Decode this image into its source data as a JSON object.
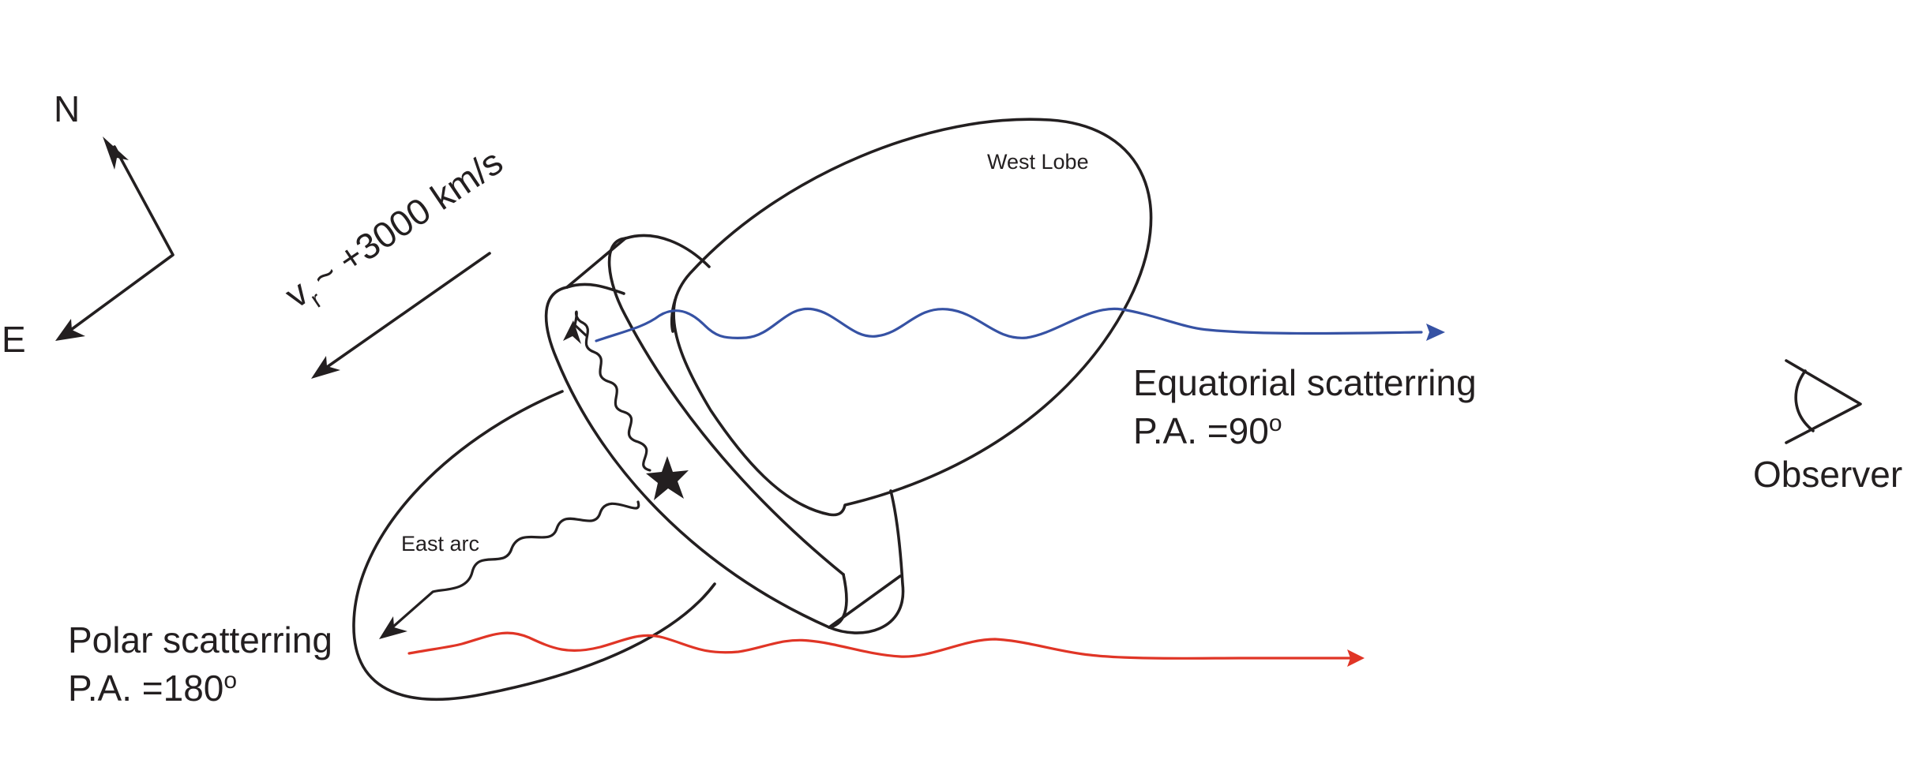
{
  "compass": {
    "north": "N",
    "east": "E"
  },
  "velocity": {
    "label_v": "v",
    "label_sub": "r",
    "label_rest": "~ +3000 km/s"
  },
  "lobes": {
    "west": "West Lobe",
    "east": "East arc"
  },
  "equatorial": {
    "title": "Equatorial scatterring",
    "pa": "P.A. =90",
    "deg": "o",
    "color": "#3652a4"
  },
  "polar": {
    "title": "Polar scatterring",
    "pa": "P.A. =180",
    "deg": "o",
    "color": "#e03526"
  },
  "observer": {
    "label": "Observer"
  },
  "icons": {
    "star": "star-icon",
    "eye": "eye-icon"
  }
}
